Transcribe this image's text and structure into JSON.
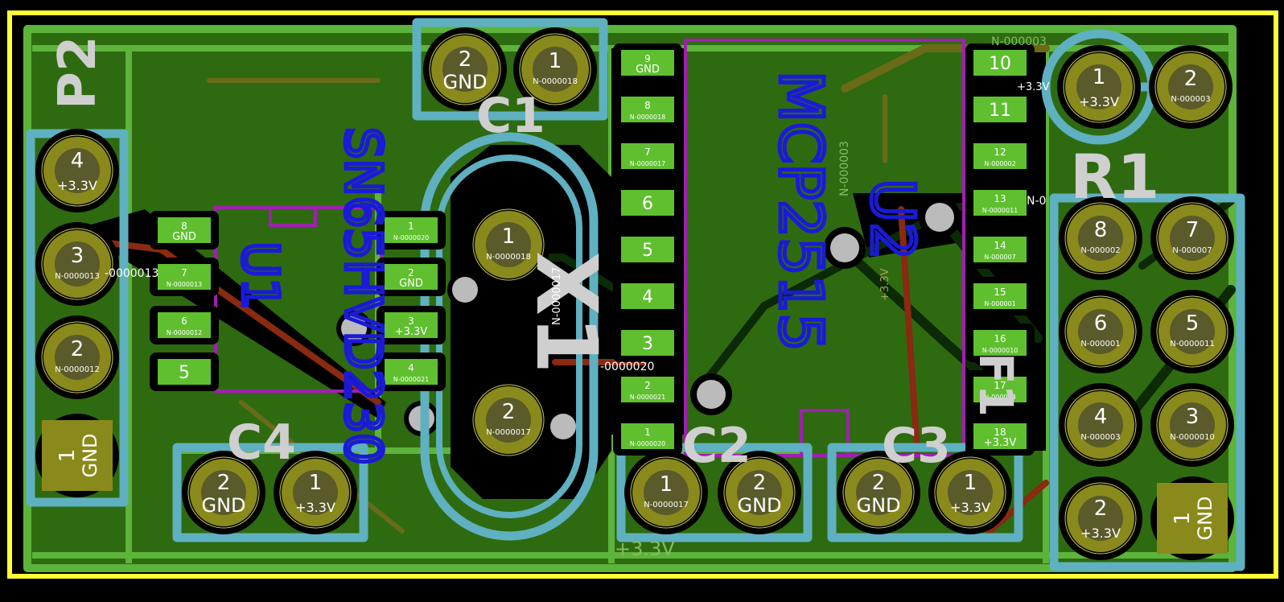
{
  "colors": {
    "background": "#000000",
    "edge": "#ffff33",
    "copper_fill": "#2e6b10",
    "zone_outline": "#5cb43a",
    "pad": "#8a8a1c",
    "pad_hole": "#5a5a2a",
    "smd_pad": "#5fbf2f",
    "courtyard": "#5fb0c0",
    "fab": "#a020b0",
    "silk_blue": "#1a1ad8",
    "ref_text": "#cfcfcf",
    "track_dark": "#0c2a06",
    "track_red": "#8a2a10",
    "track_olive": "#6a6a18"
  },
  "refs": {
    "p2": "P2",
    "c1": "C1",
    "c2": "C2",
    "c3": "C3",
    "c4": "C4",
    "x1": "X1",
    "r1": "R1",
    "u1": "U1",
    "u2": "U2",
    "f1": "F1"
  },
  "values": {
    "u1": "SN65HVD230",
    "u2": "MCP2515"
  },
  "nets": {
    "n3v3": "+3.3V",
    "gnd": "GND",
    "n03": "N-000003",
    "n13": "N-0000013",
    "n13b": "-0000013",
    "n17": "N-0000017",
    "n20": "-0000020",
    "n0": "N-0"
  },
  "pads": {
    "p2": [
      {
        "num": "4",
        "net": "+3.3V"
      },
      {
        "num": "3",
        "net": "N-0000013"
      },
      {
        "num": "2",
        "net": "N-0000012"
      },
      {
        "num": "1",
        "net": "GND"
      }
    ],
    "c1": [
      {
        "num": "2",
        "net": "GND"
      },
      {
        "num": "1",
        "net": "N-0000018"
      }
    ],
    "c4": [
      {
        "num": "2",
        "net": "GND"
      },
      {
        "num": "1",
        "net": "+3.3V"
      }
    ],
    "c2": [
      {
        "num": "1",
        "net": "N-0000017"
      },
      {
        "num": "2",
        "net": "GND"
      }
    ],
    "c3": [
      {
        "num": "2",
        "net": "GND"
      },
      {
        "num": "1",
        "net": "+3.3V"
      }
    ],
    "x1": [
      {
        "num": "1",
        "net": "N-0000018"
      },
      {
        "num": "2",
        "net": "N-0000017"
      }
    ],
    "r1": [
      {
        "num": "1",
        "net": "+3.3V"
      },
      {
        "num": "2",
        "net": "N-000003"
      }
    ],
    "j1": [
      {
        "num": "8",
        "net": "N-000002"
      },
      {
        "num": "7",
        "net": "N-000007"
      },
      {
        "num": "6",
        "net": "N-000001"
      },
      {
        "num": "5",
        "net": "N-0000011"
      },
      {
        "num": "4",
        "net": "N-000003"
      },
      {
        "num": "3",
        "net": "N-0000010"
      },
      {
        "num": "2",
        "net": "+3.3V"
      },
      {
        "num": "1",
        "net": "GND"
      }
    ],
    "u1_left": [
      {
        "num": "8",
        "net": "GND"
      },
      {
        "num": "7",
        "net": "N-0000013"
      },
      {
        "num": "6",
        "net": "N-0000012"
      },
      {
        "num": "5",
        "net": ""
      }
    ],
    "u1_right": [
      {
        "num": "1",
        "net": "N-0000020"
      },
      {
        "num": "2",
        "net": "GND"
      },
      {
        "num": "3",
        "net": "+3.3V"
      },
      {
        "num": "4",
        "net": "N-0000021"
      }
    ],
    "u2_left": [
      {
        "num": "9",
        "net": "GND"
      },
      {
        "num": "8",
        "net": "N-0000018"
      },
      {
        "num": "7",
        "net": "N-0000017"
      },
      {
        "num": "6",
        "net": ""
      },
      {
        "num": "5",
        "net": ""
      },
      {
        "num": "4",
        "net": ""
      },
      {
        "num": "3",
        "net": ""
      },
      {
        "num": "2",
        "net": "N-0000021"
      },
      {
        "num": "1",
        "net": "N-0000020"
      }
    ],
    "u2_right": [
      {
        "num": "10",
        "net": ""
      },
      {
        "num": "11",
        "net": ""
      },
      {
        "num": "12",
        "net": "N-000002"
      },
      {
        "num": "13",
        "net": "N-0000011"
      },
      {
        "num": "14",
        "net": "N-000007"
      },
      {
        "num": "15",
        "net": "N-000001"
      },
      {
        "num": "16",
        "net": "N-0000010"
      },
      {
        "num": "17",
        "net": "N-000003"
      },
      {
        "num": "18",
        "net": "+3.3V"
      }
    ]
  }
}
